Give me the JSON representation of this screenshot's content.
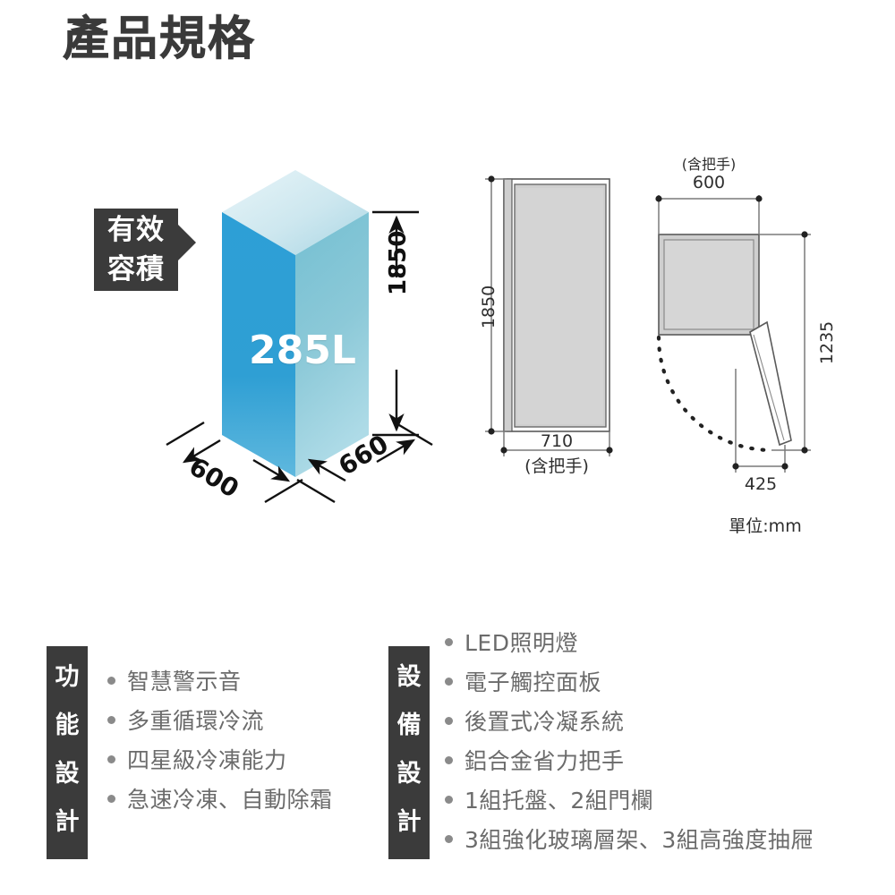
{
  "page": {
    "title": "產品規格",
    "unit_note": "單位:mm"
  },
  "capacity_badge": {
    "line1": "有效",
    "line2": "容積"
  },
  "iso_view": {
    "volume_label": "285L",
    "height": "1850",
    "width": "600",
    "depth": "660"
  },
  "front_view": {
    "height": "1850",
    "width": "710",
    "width_note": "(含把手)"
  },
  "top_view": {
    "width": "600",
    "width_note": "(含把手)",
    "depth_open": "1235",
    "door_projection": "425"
  },
  "features": {
    "left": {
      "label_chars": [
        "功",
        "能",
        "設",
        "計"
      ],
      "items": [
        "智慧警示音",
        "多重循環冷流",
        "四星級冷凍能力",
        "急速冷凍、自動除霜"
      ]
    },
    "right": {
      "label_chars": [
        "設",
        "備",
        "設",
        "計"
      ],
      "items": [
        "LED照明燈",
        "電子觸控面板",
        "後置式冷凝系統",
        "鋁合金省力把手",
        "1組托盤、2組門欄",
        "3組強化玻璃層架、3組高強度抽屜"
      ]
    }
  },
  "colors": {
    "badge_bg": "#3b3b3b",
    "box_front": "#2d9fd6",
    "box_side": "#7fc4d4",
    "box_top": "#d8ecf2",
    "line": "#4a4a4a",
    "panel_fill": "#d2d2d2"
  }
}
